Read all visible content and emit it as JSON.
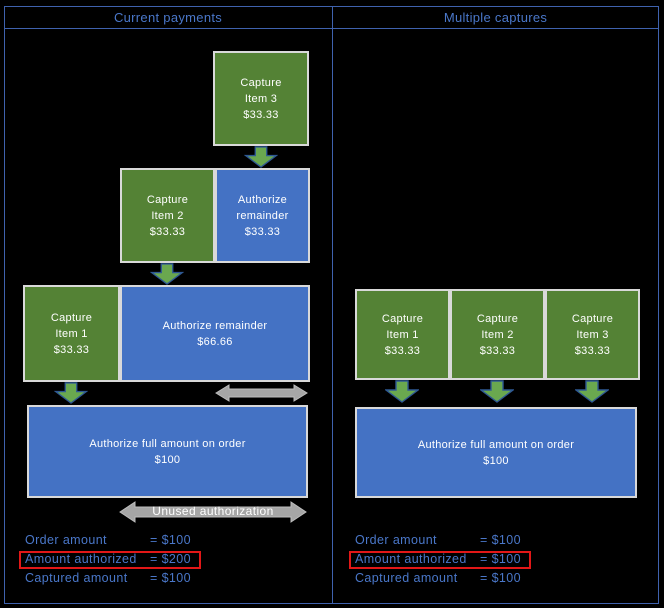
{
  "colors": {
    "background": "#000000",
    "border_blue": "#3f62ae",
    "header_text": "#4a77c9",
    "summary_text": "#4a77c9",
    "green_box": "#548235",
    "blue_box": "#4472c4",
    "box_border": "#d9d9d9",
    "arrow_green": "#6aa84f",
    "arrow_outline": "#2e5893",
    "arrow_gray": "#a6a6a6",
    "highlight_red": "#e21717"
  },
  "headers": {
    "left": "Current payments",
    "right": "Multiple captures"
  },
  "left_panel": {
    "row1_box": {
      "lines": [
        "Capture",
        "Item 3",
        "$33.33"
      ]
    },
    "row2_green": {
      "lines": [
        "Capture",
        "Item 2",
        "$33.33"
      ]
    },
    "row2_blue": {
      "lines": [
        "Authorize",
        "remainder",
        "$33.33"
      ]
    },
    "row3_green": {
      "lines": [
        "Capture",
        "Item 1",
        "$33.33"
      ]
    },
    "row3_blue": {
      "lines": [
        "Authorize remainder",
        "$66.66"
      ]
    },
    "full_box": {
      "lines": [
        "Authorize full amount on order",
        "$100"
      ]
    },
    "unused_label": "Unused authorization",
    "summary": [
      {
        "label": "Order amount",
        "value": "= $100",
        "highlight": false
      },
      {
        "label": "Amount authorized",
        "value": "= $200",
        "highlight": true
      },
      {
        "label": "Captured amount",
        "value": "= $100",
        "highlight": false
      }
    ]
  },
  "right_panel": {
    "boxes": [
      {
        "lines": [
          "Capture",
          "Item 1",
          "$33.33"
        ]
      },
      {
        "lines": [
          "Capture",
          "Item 2",
          "$33.33"
        ]
      },
      {
        "lines": [
          "Capture",
          "Item 3",
          "$33.33"
        ]
      }
    ],
    "full_box": {
      "lines": [
        "Authorize full amount on order",
        "$100"
      ]
    },
    "summary": [
      {
        "label": "Order amount",
        "value": "= $100",
        "highlight": false
      },
      {
        "label": "Amount authorized",
        "value": "= $100",
        "highlight": true
      },
      {
        "label": "Captured amount",
        "value": "= $100",
        "highlight": false
      }
    ]
  }
}
